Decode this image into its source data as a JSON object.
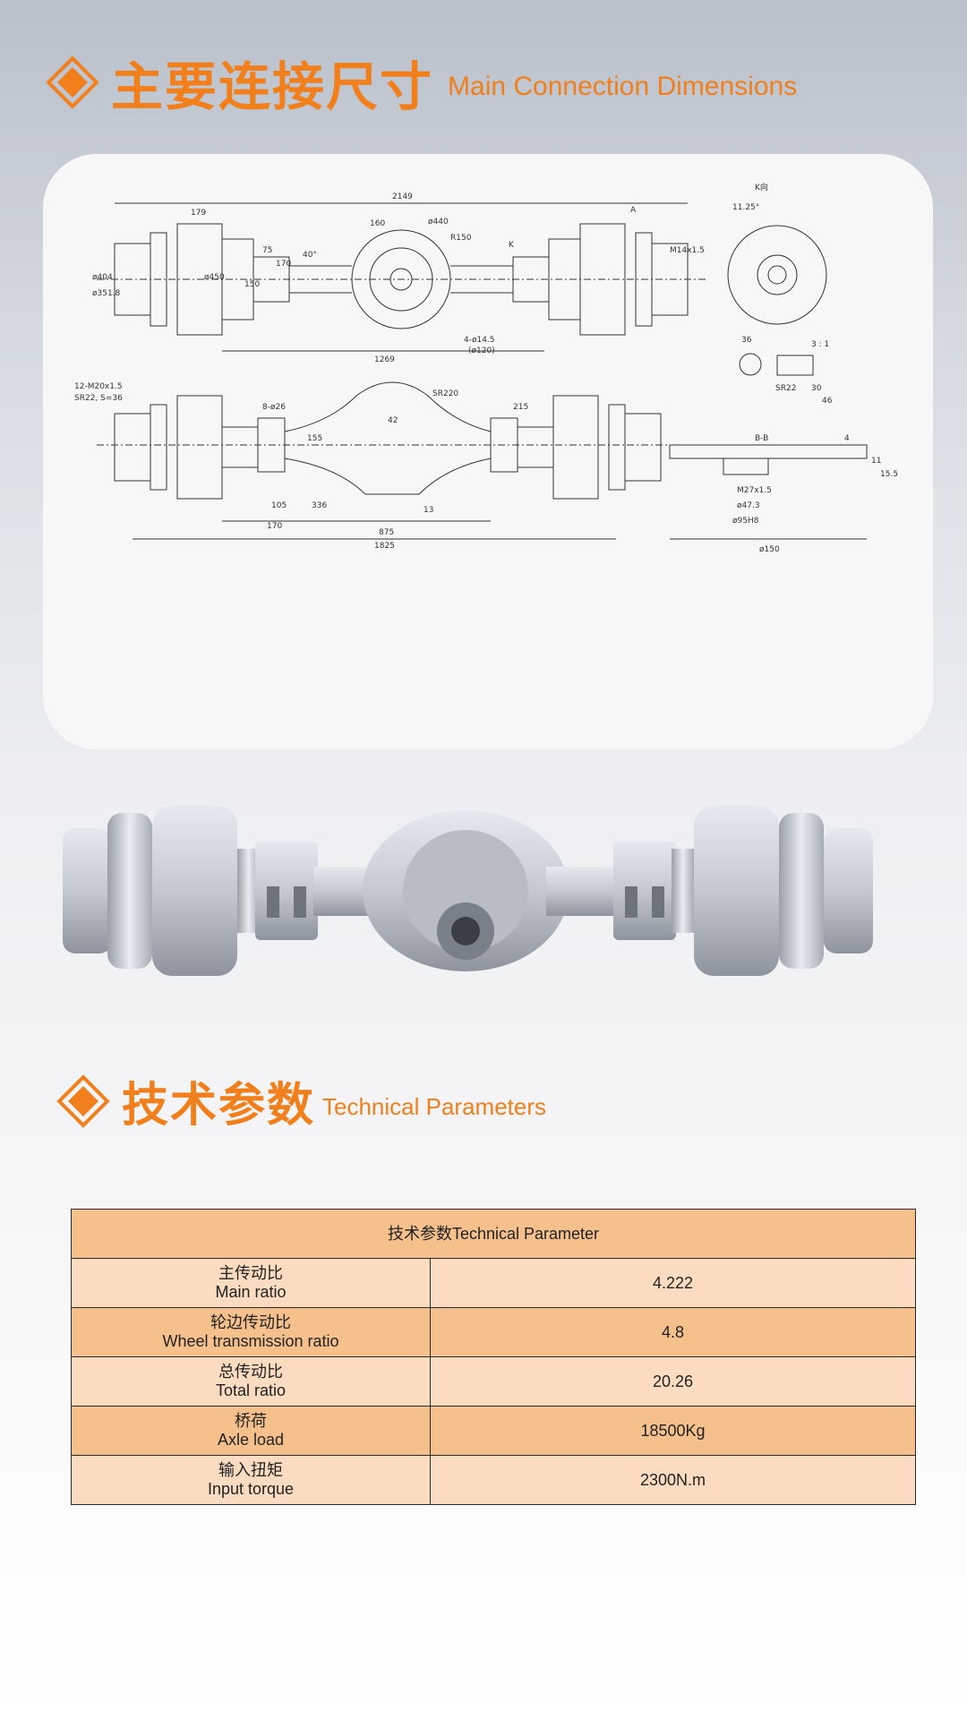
{
  "section1": {
    "title_cn": "主要连接尺寸",
    "title_en": "Main Connection Dimensions"
  },
  "section2": {
    "title_cn": "技术参数",
    "title_en": "Technical Parameters"
  },
  "drawing": {
    "dims": [
      "2149",
      "179",
      "160",
      "ø440",
      "R150",
      "1269",
      "ø404",
      "ø351.8",
      "ø450",
      "75",
      "170",
      "150",
      "40°",
      "4-ø14.5",
      "(ø120)",
      "K",
      "K向",
      "11.25°",
      "M14x1.5",
      "A",
      "3 : 1",
      "36",
      "SR22",
      "30",
      "46",
      "12-M20x1.5",
      "SR22, S=36",
      "8-ø26",
      "SR220",
      "42",
      "215",
      "155",
      "105",
      "336",
      "170",
      "13",
      "875",
      "1825",
      "B-B",
      "4",
      "11",
      "15.5",
      "M27x1.5",
      "ø47.3",
      "ø95H8",
      "ø150"
    ]
  },
  "table": {
    "header": "技术参数Technical Parameter",
    "rows": [
      {
        "cn": "主传动比",
        "en": "Main ratio",
        "value": "4.222"
      },
      {
        "cn": "轮边传动比",
        "en": "Wheel transmission ratio",
        "value": "4.8"
      },
      {
        "cn": "总传动比",
        "en": "Total ratio",
        "value": "20.26"
      },
      {
        "cn": "桥荷",
        "en": "Axle load",
        "value": "18500Kg"
      },
      {
        "cn": "输入扭矩",
        "en": "Input torque",
        "value": "2300N.m"
      }
    ]
  },
  "colors": {
    "accent": "#f07f1c",
    "row_light": "#fbdcc0",
    "row_dark": "#f5c08c"
  }
}
